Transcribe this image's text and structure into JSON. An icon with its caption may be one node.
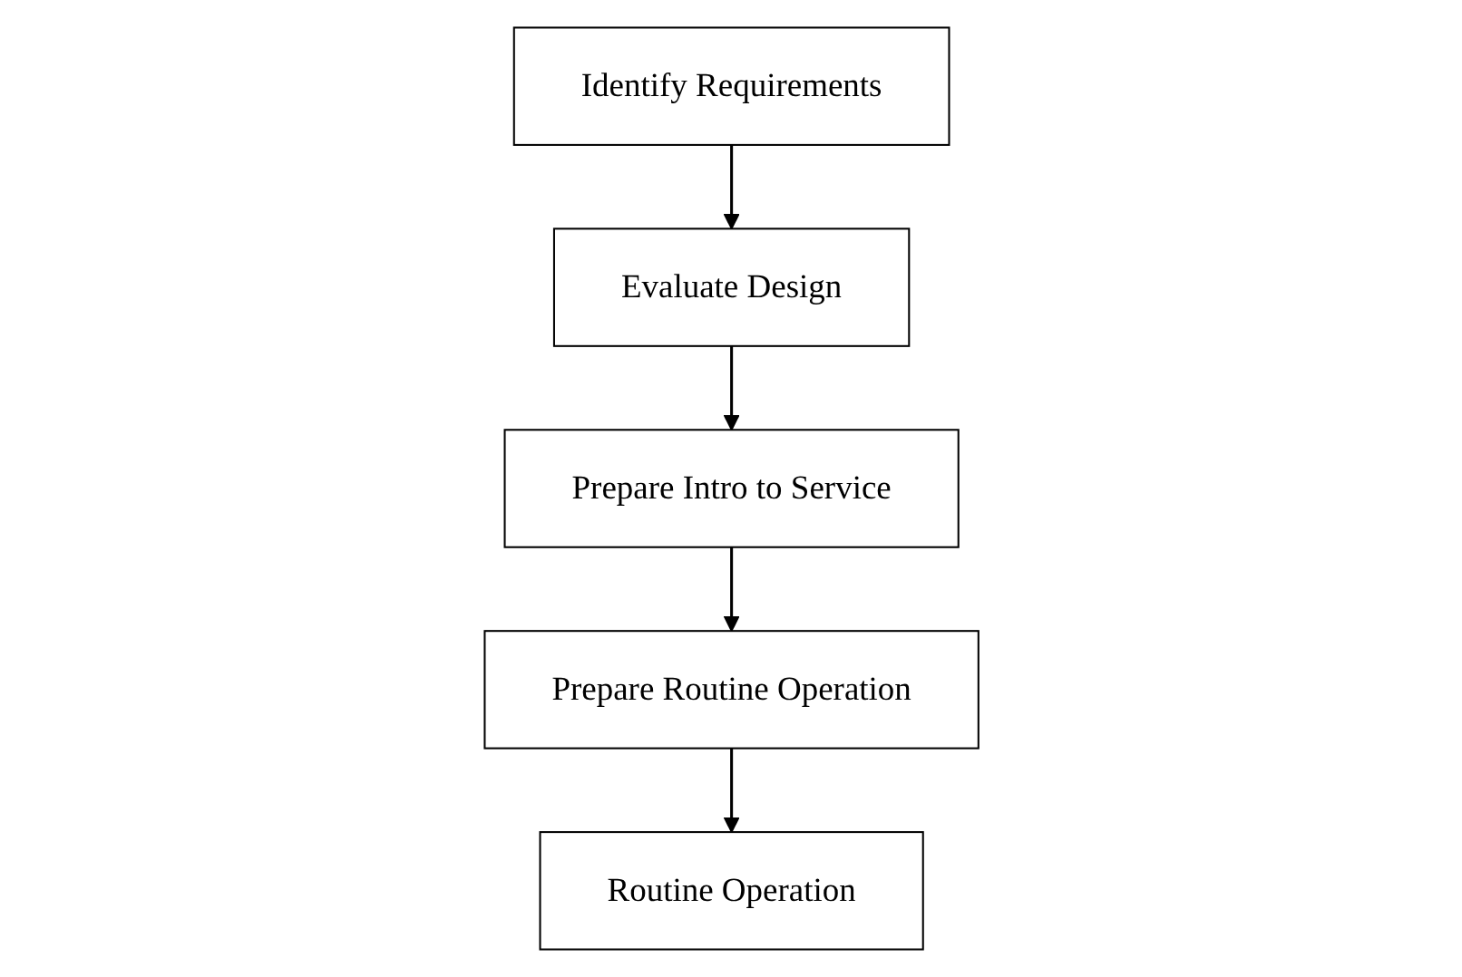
{
  "diagram": {
    "nodes": [
      {
        "text": [
          "Identify Requirements"
        ]
      },
      {
        "text": [
          "Evaluate Design"
        ]
      },
      {
        "text": [
          "Prepare Intro to Service"
        ]
      },
      {
        "text": [
          "Prepare Routine Operation"
        ]
      },
      {
        "text": [
          "Routine Operation"
        ]
      }
    ],
    "edges": [
      {
        "from": 0,
        "to": 1,
        "arrow": "to"
      },
      {
        "from": 1,
        "to": 2,
        "arrow": "to"
      },
      {
        "from": 2,
        "to": 3,
        "arrow": "to"
      },
      {
        "from": 3,
        "to": 4,
        "arrow": "to"
      }
    ]
  }
}
